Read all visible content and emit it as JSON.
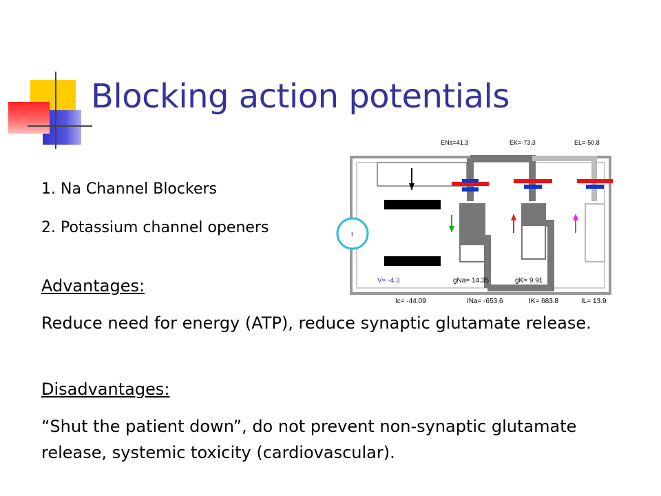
{
  "slide": {
    "title": "Blocking action potentials",
    "list": [
      "1. Na Channel Blockers",
      "2. Potassium channel openers"
    ],
    "advantages_heading": "Advantages:",
    "advantages_text": "Reduce need for energy (ATP), reduce synaptic glutamate release.",
    "disadvantages_heading": "Disadvantages:",
    "disadvantages_text": "“Shut the patient down”, do not prevent non-synaptic glutamate release, systemic toxicity (cardiovascular)."
  },
  "diagram": {
    "ena": "ENa=41.3",
    "ek": "EK=-73.3",
    "el": "EL=-50.8",
    "source_label": "I",
    "v": "V= -4.3",
    "gna": "gNa= 14.35",
    "gk": "gK= 9.91",
    "ic": "Ic= -44.09",
    "ina": "INa= -653.6",
    "ik": "IK= 683.8",
    "il": "IL= 13.9"
  },
  "colors": {
    "title": "#333399",
    "deco_yellow": "#ffcc00",
    "deco_red": "#ff3333",
    "deco_blue": "#3333cc",
    "battery_red": "#ee1111",
    "battery_blue": "#1133cc",
    "diagram_blue_text": "#2244cc"
  }
}
